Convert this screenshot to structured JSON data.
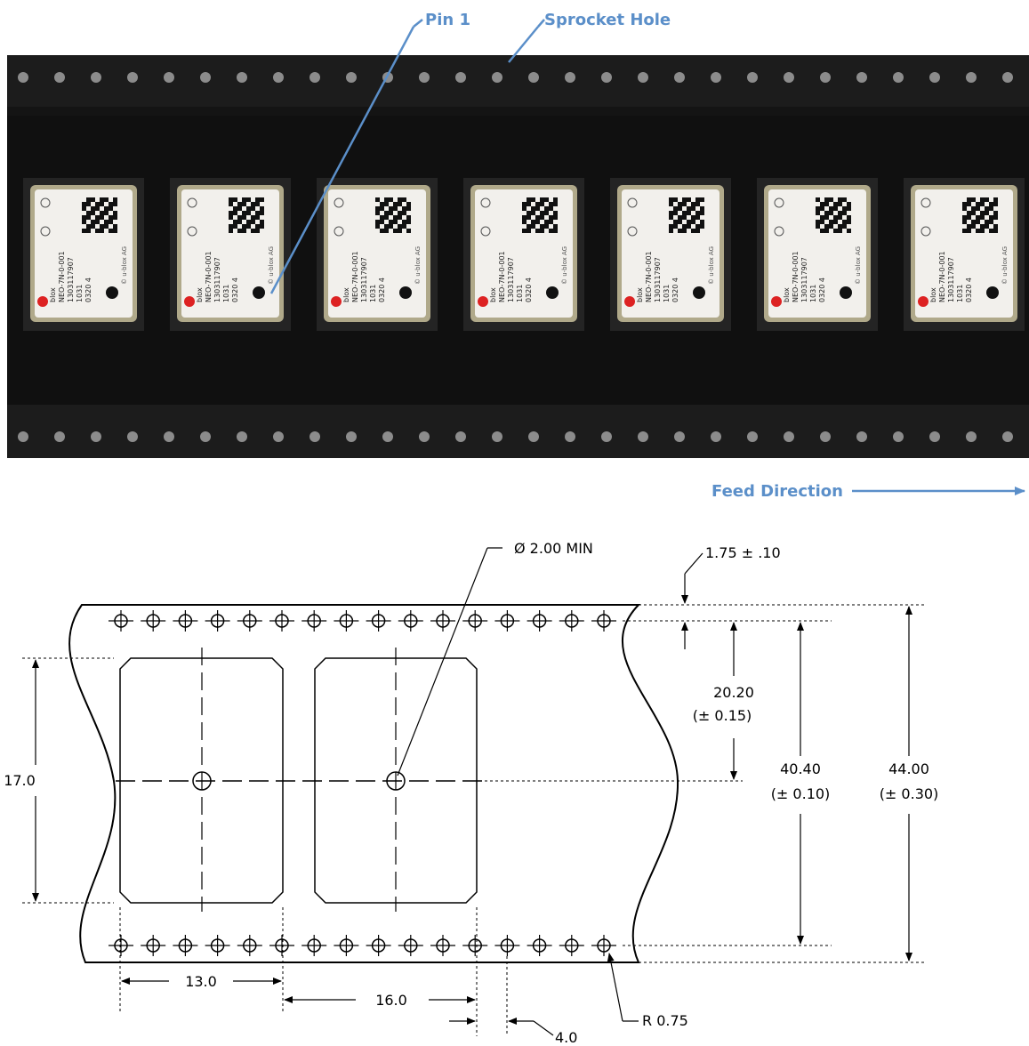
{
  "callouts": {
    "pin1": "Pin 1",
    "sprocket_hole": "Sprocket Hole",
    "feed_direction": "Feed Direction"
  },
  "module": {
    "brand": "blox",
    "part_number": "NEO-7N-0-001",
    "serial": "1303117907",
    "line1": "1031",
    "line2": "0320 4",
    "maker": "© u-blox AG"
  },
  "dimensions": {
    "hole_diameter": "Ø 2.00 MIN",
    "edge_offset": "1.75 ± .10",
    "pocket_center_offset": "20.20",
    "pocket_center_tol": "(± 0.15)",
    "hole_row_span": "40.40",
    "hole_row_span_tol": "(± 0.10)",
    "tape_width": "44.00",
    "tape_width_tol": "(± 0.30)",
    "pocket_length": "17.0",
    "pocket_width": "13.0",
    "pocket_pitch": "16.0",
    "hole_pitch": "4.0",
    "corner_radius": "R 0.75"
  },
  "colors": {
    "callout": "#5b8fc9",
    "tape": "#141414",
    "line": "#000000"
  }
}
